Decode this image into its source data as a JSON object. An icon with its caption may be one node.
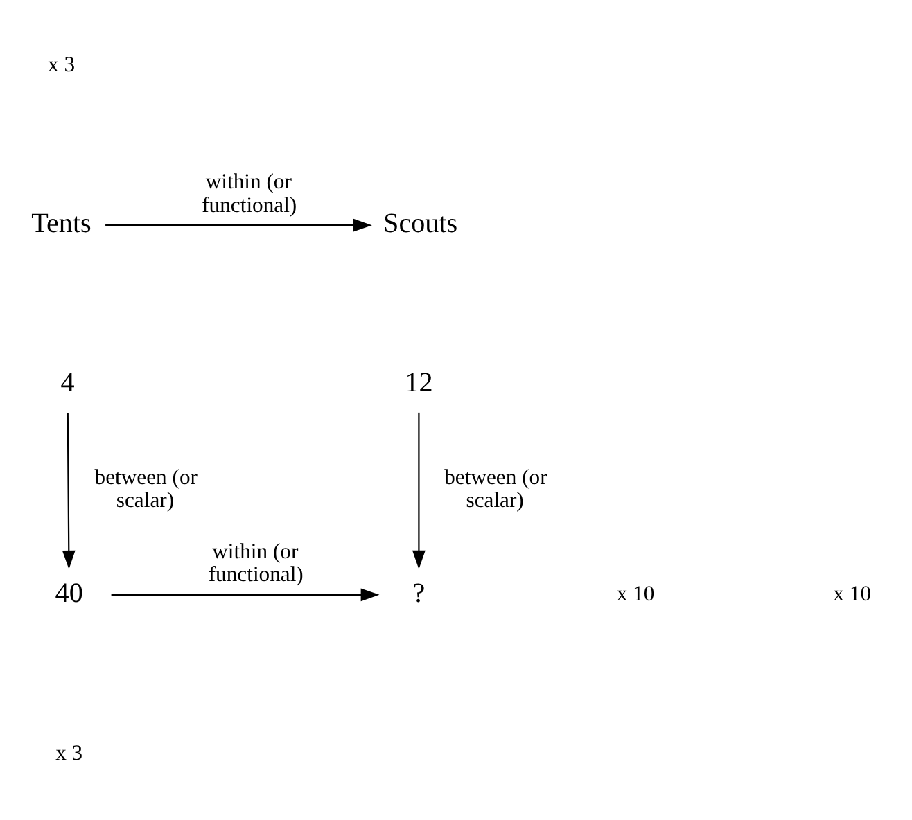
{
  "diagram": {
    "nodes": [
      {
        "text": [
          "Tents"
        ]
      },
      {
        "text": [
          "Scouts"
        ]
      },
      {
        "text": [
          "4"
        ]
      },
      {
        "text": [
          "12"
        ]
      },
      {
        "text": [
          "40"
        ]
      },
      {
        "text": [
          "?"
        ]
      }
    ],
    "edges": [
      {
        "from": 0,
        "to": 1,
        "arrow": "to",
        "label": "within (or functional)"
      },
      {
        "from": 2,
        "to": 4,
        "arrow": "to",
        "label": "between (or scalar)"
      },
      {
        "from": 3,
        "to": 5,
        "arrow": "to",
        "label": "between (or scalar)"
      },
      {
        "from": 4,
        "to": 5,
        "arrow": "to",
        "label": "within (or functional)"
      }
    ],
    "labels": [
      "x 3",
      "x 10",
      "x 10",
      "x 3"
    ]
  }
}
